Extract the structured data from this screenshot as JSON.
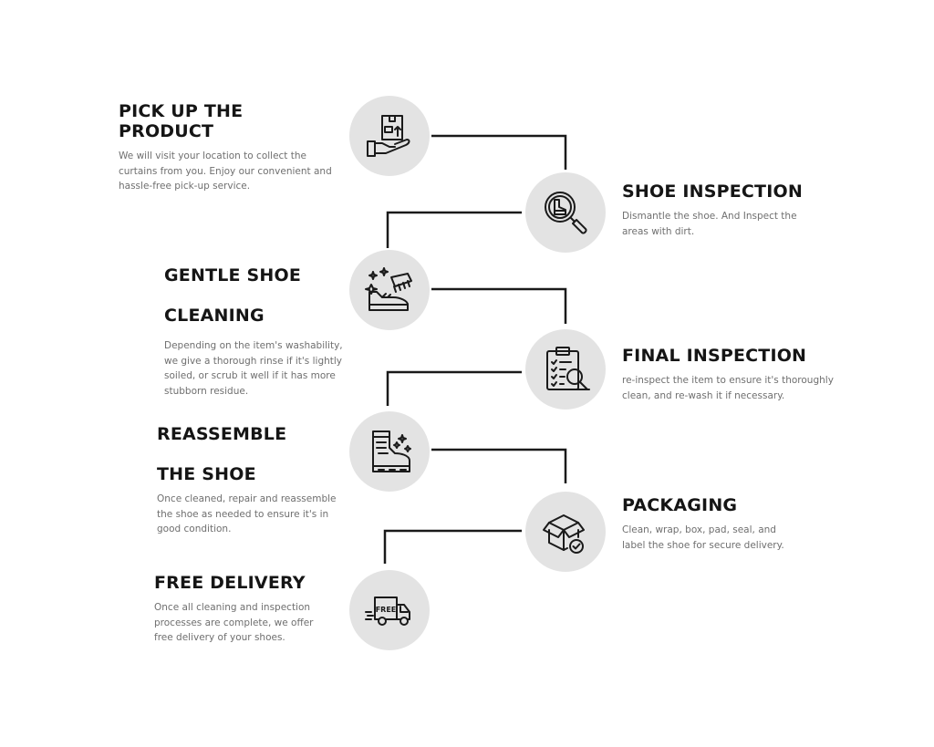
{
  "steps": [
    {
      "title": "PICK UP THE PRODUCT",
      "desc_lines": [
        "We will visit your location to collect the",
        "curtains from you. Enjoy our convenient and",
        "hassle-free pick-up service."
      ],
      "icon": "delivery-box-hand-icon"
    },
    {
      "title": "SHOE INSPECTION",
      "desc_lines": [
        "Dismantle the shoe. And Inspect the",
        "areas with dirt."
      ],
      "icon": "magnifier-shoe-icon"
    },
    {
      "title_lines": [
        "GENTLE SHOE",
        "CLEANING"
      ],
      "desc_lines": [
        "Depending on the item's washability,",
        "we give a thorough rinse if it's lightly",
        "soiled, or scrub it well if it has more",
        "stubborn residue."
      ],
      "icon": "shoe-brush-icon"
    },
    {
      "title": "FINAL INSPECTION",
      "desc_lines": [
        "re-inspect the item to ensure it's thoroughly",
        "clean, and re-wash it if necessary."
      ],
      "icon": "clipboard-checklist-icon"
    },
    {
      "title_lines": [
        "REASSEMBLE",
        "THE SHOE"
      ],
      "desc_lines": [
        "Once cleaned, repair and reassemble",
        "the shoe as needed to ensure it's in",
        "good condition."
      ],
      "icon": "sparkling-boot-icon"
    },
    {
      "title": "PACKAGING",
      "desc_lines": [
        "Clean, wrap, box, pad, seal, and",
        "label the shoe for secure delivery."
      ],
      "icon": "box-check-icon"
    },
    {
      "title": "FREE DELIVERY",
      "desc_lines": [
        "Once all cleaning and inspection",
        "processes are complete, we offer",
        "free delivery of your shoes."
      ],
      "icon": "free-truck-icon",
      "truck_label": "FREE"
    }
  ],
  "colors": {
    "circle": "#e3e3e3",
    "line": "#1a1a1a",
    "title": "#151515",
    "desc": "#6f6f6f"
  }
}
